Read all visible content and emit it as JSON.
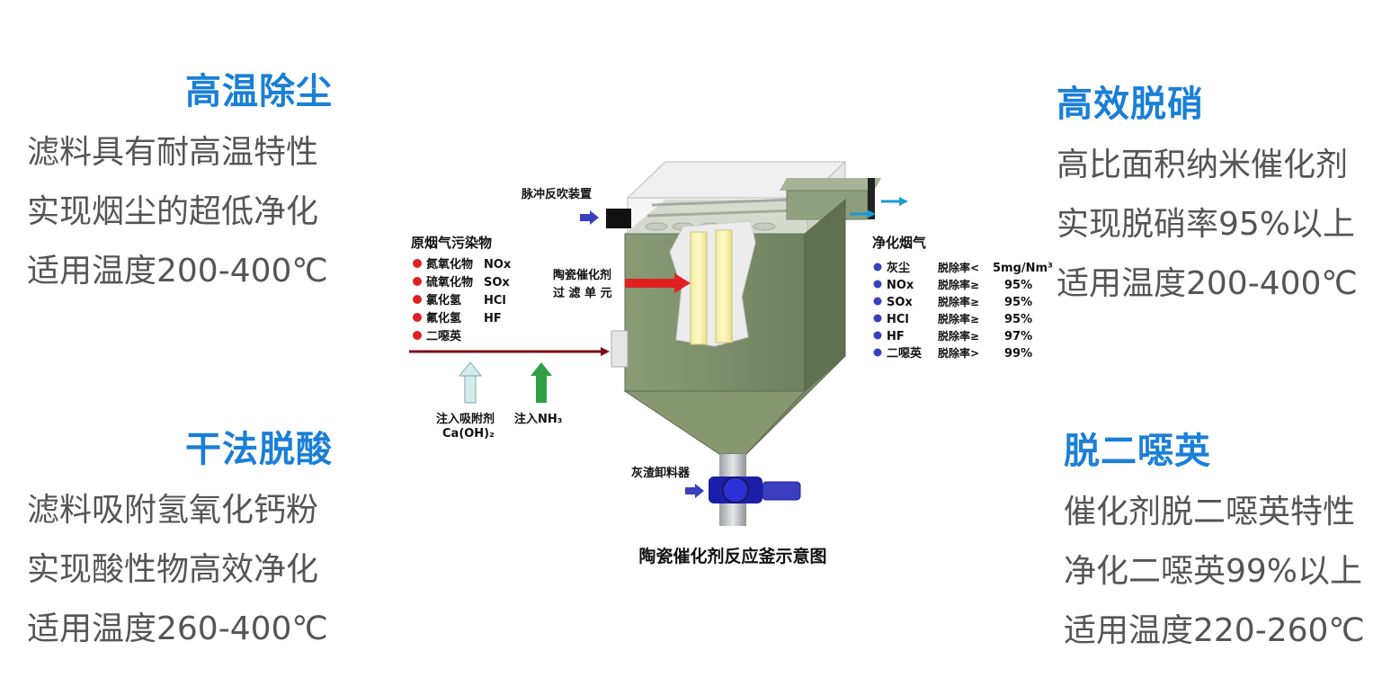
{
  "features": {
    "top_left": {
      "title": "高温除尘",
      "lines": [
        "滤料具有耐高温特性",
        "实现烟尘的超低净化",
        "适用温度200-400℃"
      ]
    },
    "bottom_left": {
      "title": "干法脱酸",
      "lines": [
        "滤料吸附氢氧化钙粉",
        "实现酸性物高效净化",
        "适用温度260-400℃"
      ]
    },
    "top_right": {
      "title": "高效脱硝",
      "lines": [
        "高比面积纳米催化剂",
        "实现脱硝率95%以上",
        "适用温度200-400℃"
      ]
    },
    "bottom_right": {
      "title": "脱二噁英",
      "lines": [
        "催化剂脱二噁英特性",
        "净化二噁英99%以上",
        "适用温度220-260℃"
      ]
    }
  },
  "diagram": {
    "caption": "陶瓷催化剂反应釜示意图",
    "pulse_device": "脉冲反吹装置",
    "raw_gas_title": "原烟气污染物",
    "pollutants": [
      {
        "name": "氮氧化物",
        "formula": "NOx"
      },
      {
        "name": "硫氧化物",
        "formula": "SOx"
      },
      {
        "name": "氯化氢",
        "formula": "HCl"
      },
      {
        "name": "氟化氢",
        "formula": "HF"
      },
      {
        "name": "二噁英",
        "formula": ""
      }
    ],
    "filter_unit_line1": "陶瓷催化剂",
    "filter_unit_line2": "过 滤 单 元",
    "clean_gas_title": "净化烟气",
    "removal": [
      {
        "name": "灰尘",
        "label": "脱除率<",
        "value": "5mg/Nm³"
      },
      {
        "name": "NOx",
        "label": "脱除率≥",
        "value": "95%"
      },
      {
        "name": "SOx",
        "label": "脱除率≥",
        "value": "95%"
      },
      {
        "name": "HCl",
        "label": "脱除率≥",
        "value": "95%"
      },
      {
        "name": "HF",
        "label": "脱除率≥",
        "value": "97%"
      },
      {
        "name": "二噁英",
        "label": "脱除率>",
        "value": "99%"
      }
    ],
    "adsorbent_line1": "注入吸附剂",
    "adsorbent_line2": "Ca(OH)₂",
    "nh3_label": "注入NH₃",
    "ash_unloader": "灰渣卸料器"
  },
  "colors": {
    "title_blue": "#1a7fd6",
    "body_gray": "#555555",
    "tank_green": "#7d8f6b",
    "red_dot": "#e02020",
    "blue_dot": "#3a3fbf",
    "flow_red": "#7a0a16",
    "arrow_light": "#d4ecec",
    "arrow_green": "#2ea043"
  }
}
